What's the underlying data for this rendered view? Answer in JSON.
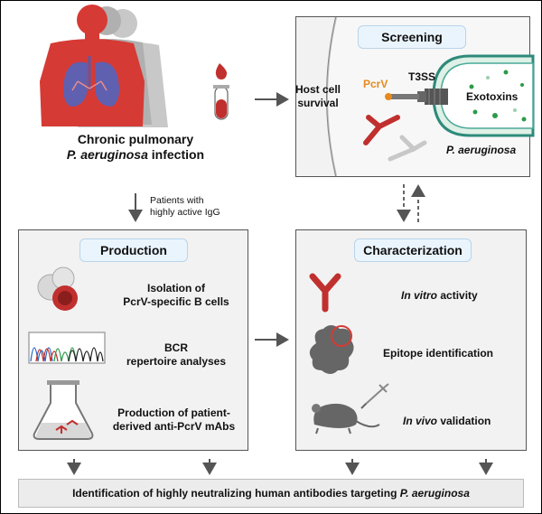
{
  "infection": {
    "title_line1": "Chronic pulmonary",
    "title_line2_italic": "P. aeruginosa",
    "title_line2_rest": " infection"
  },
  "patients_note": {
    "line1": "Patients with",
    "line2": "highly active IgG"
  },
  "screening": {
    "title": "Screening",
    "host_cell_line1": "Host cell",
    "host_cell_line2": "survival",
    "pcrv": "PcrV",
    "t3ss": "T3SS",
    "exotoxins": "Exotoxins",
    "organism": "P. aeruginosa"
  },
  "production": {
    "title": "Production",
    "step1_line1": "Isolation of",
    "step1_line2": "PcrV-specific B cells",
    "step2_line1": "BCR",
    "step2_line2": "repertoire analyses",
    "step3_line1": "Production of patient-",
    "step3_line2": "derived anti-PcrV mAbs"
  },
  "characterization": {
    "title": "Characterization",
    "item1_italic": "In vitro",
    "item1_rest": " activity",
    "item2": "Epitope identification",
    "item3_italic": "In vivo",
    "item3_rest": " validation"
  },
  "conclusion": {
    "text": "Identification of  highly neutralizing human antibodies targeting ",
    "italic": "P. aeruginosa"
  },
  "colors": {
    "body_red": "#d63a35",
    "shadow_gray": "#b5b5b5",
    "lung_purple": "#5a5aa8",
    "antibody_red": "#c0302e",
    "pcrv_orange": "#e58a1f",
    "exotoxin_green": "#2e9a4a",
    "bacterium_teal": "#2e8a7a"
  },
  "icons": [
    "human-body-icon",
    "lungs-icon",
    "blood-drop-icon",
    "test-tube-icon",
    "antibody-icon",
    "syringe-needle-icon",
    "bacterium-icon",
    "b-cell-icon",
    "chromatogram-icon",
    "flask-icon",
    "protein-icon",
    "mouse-icon",
    "syringe-icon"
  ]
}
